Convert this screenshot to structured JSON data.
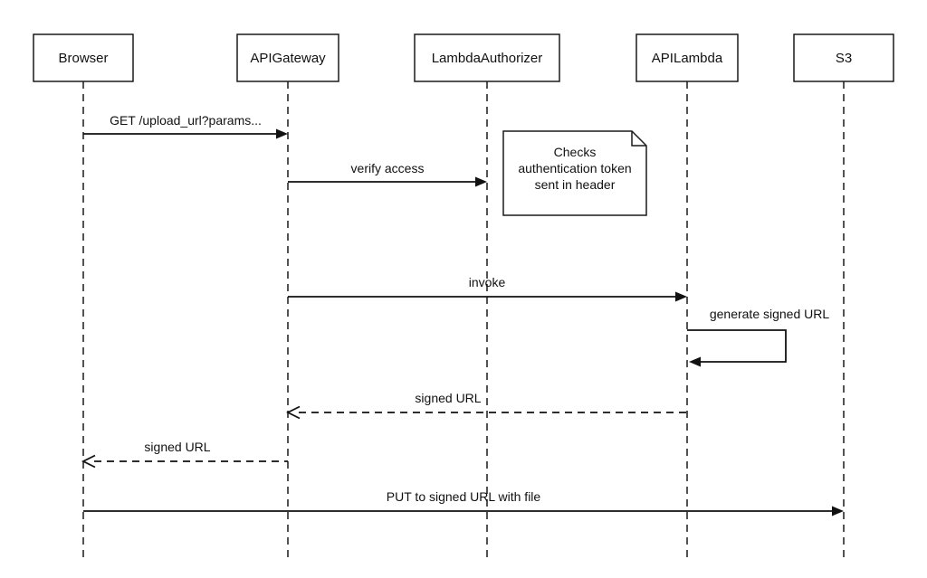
{
  "diagram": {
    "type": "sequence",
    "participants": [
      {
        "name": "Browser"
      },
      {
        "name": "APIGateway"
      },
      {
        "name": "LambdaAuthorizer"
      },
      {
        "name": "APILambda"
      },
      {
        "name": "S3"
      }
    ],
    "messages": [
      {
        "from": "Browser",
        "to": "APIGateway",
        "label": "GET /upload_url?params...",
        "style": "solid"
      },
      {
        "from": "APIGateway",
        "to": "LambdaAuthorizer",
        "label": "verify access",
        "style": "solid"
      },
      {
        "from": "APIGateway",
        "to": "APILambda",
        "label": "invoke",
        "style": "solid"
      },
      {
        "from": "APILambda",
        "to": "APILambda",
        "label": "generate signed URL",
        "style": "self"
      },
      {
        "from": "APILambda",
        "to": "APIGateway",
        "label": "signed URL",
        "style": "dashed-return"
      },
      {
        "from": "APIGateway",
        "to": "Browser",
        "label": "signed URL",
        "style": "dashed-return"
      },
      {
        "from": "Browser",
        "to": "S3",
        "label": "PUT to signed URL with file",
        "style": "solid"
      }
    ],
    "note": {
      "attached_to": "LambdaAuthorizer",
      "lines": [
        "Checks",
        "authentication token",
        "sent in header"
      ]
    },
    "colors": {
      "line": "#111111",
      "background": "#ffffff"
    }
  }
}
